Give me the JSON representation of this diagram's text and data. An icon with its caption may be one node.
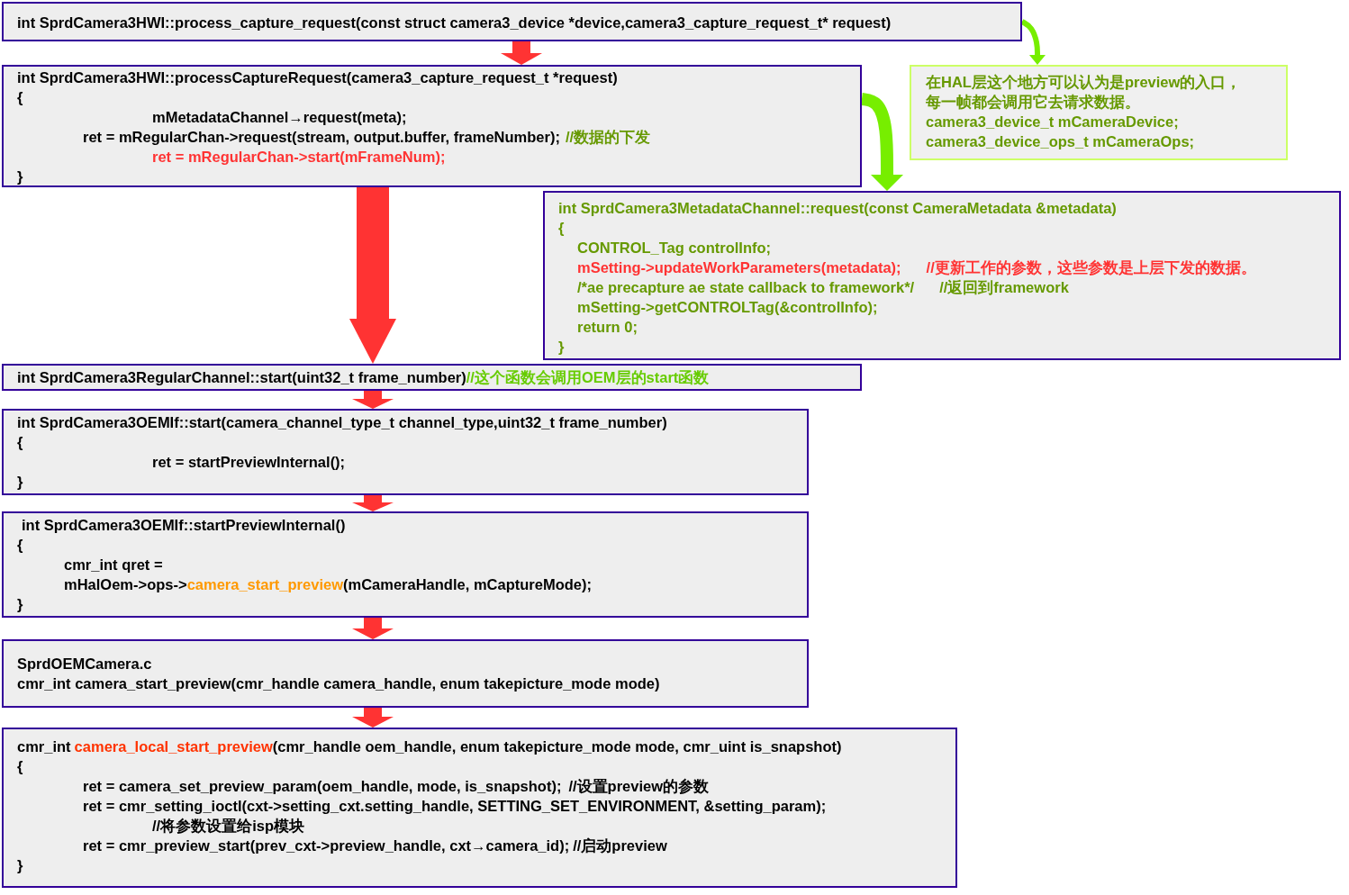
{
  "diagram": {
    "nodes": [
      {
        "text": [
          "int SprdCamera3HWI::process_capture_request(const struct camera3_device *device,camera3_capture_request_t* request)"
        ]
      },
      {
        "text": [
          "int SprdCamera3HWI::processCaptureRequest(camera3_capture_request_t *request)",
          "{",
          "mMetadataChannel→request(meta);",
          "ret = mRegularChan->request(stream, output.buffer, frameNumber);",
          "//数据的下发",
          "ret = mRegularChan->start(mFrameNum);",
          "}"
        ]
      },
      {
        "text": [
          "在HAL层这个地方可以认为是preview的入口，每一帧都会调用它去请求数据。",
          "camera3_device_t    mCameraDevice;",
          "camera3_device_ops_t mCameraOps;"
        ]
      },
      {
        "text": [
          "int SprdCamera3MetadataChannel::request(const CameraMetadata &metadata)",
          "{",
          "CONTROL_Tag controlInfo;",
          "mSetting->updateWorkParameters(metadata);",
          "//更新工作的参数，这些参数是上层下发的数据。",
          "/*ae precapture ae state callback to framework*/",
          "//返回到framework",
          "mSetting->getCONTROLTag(&controlInfo);",
          "return 0;",
          "}"
        ]
      },
      {
        "text": [
          "int SprdCamera3RegularChannel::start(uint32_t frame_number)",
          "//这个函数会调用OEM层的start函数"
        ]
      },
      {
        "text": [
          "int SprdCamera3OEMIf::start(camera_channel_type_t channel_type,uint32_t frame_number)",
          "{",
          "ret = startPreviewInternal();",
          "}"
        ]
      },
      {
        "text": [
          "int SprdCamera3OEMIf::startPreviewInternal()",
          "{",
          "cmr_int qret =",
          "mHalOem->ops->",
          "camera_start_preview",
          "(mCameraHandle, mCaptureMode);",
          "}"
        ]
      },
      {
        "text": [
          "SprdOEMCamera.c",
          "cmr_int camera_start_preview(cmr_handle camera_handle, enum takepicture_mode mode)"
        ]
      },
      {
        "text": [
          "cmr_int",
          "camera_local_start_preview",
          "(cmr_handle oem_handle, enum takepicture_mode mode,  cmr_uint is_snapshot)",
          "{",
          "ret = camera_set_preview_param(oem_handle, mode, is_snapshot);",
          "//设置preview的参数",
          "ret = cmr_setting_ioctl(cxt->setting_cxt.setting_handle, SETTING_SET_ENVIRONMENT, &setting_param);",
          "//将参数设置给isp模块",
          "ret = cmr_preview_start(prev_cxt->preview_handle, cxt→camera_id);",
          "//启动preview",
          "}"
        ]
      }
    ],
    "edges": [
      {
        "from": 0,
        "to": 1,
        "arrow": "to"
      },
      {
        "from": 0,
        "to": 2,
        "arrow": "to",
        "color": "#77ee00"
      },
      {
        "from": 1,
        "to": 3,
        "arrow": "to",
        "color": "#77ee00"
      },
      {
        "from": 1,
        "to": 4,
        "arrow": "to",
        "style": "thick"
      },
      {
        "from": 4,
        "to": 5,
        "arrow": "to"
      },
      {
        "from": 5,
        "to": 6,
        "arrow": "to"
      },
      {
        "from": 6,
        "to": 7,
        "arrow": "to"
      },
      {
        "from": 7,
        "to": 8,
        "arrow": "to"
      }
    ]
  }
}
